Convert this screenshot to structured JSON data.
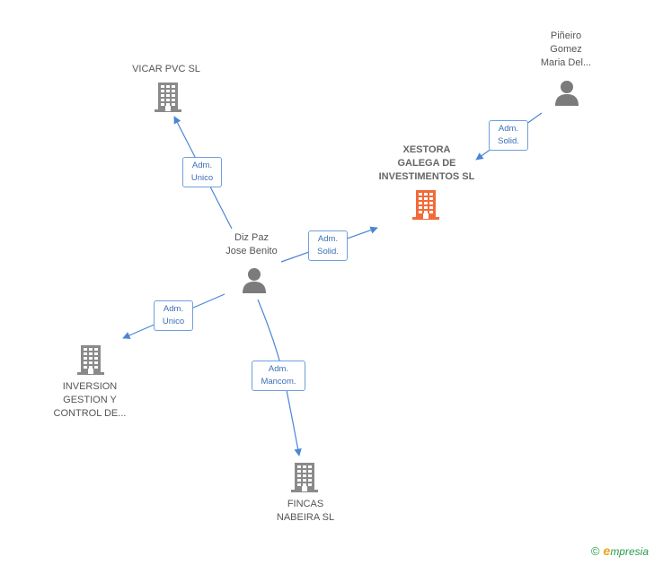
{
  "colors": {
    "edge": "#4a86d6",
    "building": "#8a8a8a",
    "focus_building": "#f26a3a",
    "person": "#7b7b7b",
    "label": "#555555"
  },
  "nodes": [
    {
      "id": "vicar",
      "label": "VICAR PVC  SL",
      "kind": "company",
      "focus": false
    },
    {
      "id": "xestora",
      "label": "XESTORA\nGALEGA DE\nINVESTIMENTOS SL",
      "kind": "company",
      "focus": true
    },
    {
      "id": "pineiro",
      "label": "Piñeiro\nGomez\nMaria Del...",
      "kind": "person",
      "focus": false
    },
    {
      "id": "diz",
      "label": "Diz Paz\nJose Benito",
      "kind": "person",
      "focus": false
    },
    {
      "id": "inversion",
      "label": "INVERSION\nGESTION Y\nCONTROL DE...",
      "kind": "company",
      "focus": false
    },
    {
      "id": "fincas",
      "label": "FINCAS\nNABEIRA SL",
      "kind": "company",
      "focus": false
    }
  ],
  "edges": [
    {
      "id": "e-diz-vicar",
      "from": "diz",
      "to": "vicar",
      "label": "Adm.\nUnico"
    },
    {
      "id": "e-diz-xestora",
      "from": "diz",
      "to": "xestora",
      "label": "Adm.\nSolid."
    },
    {
      "id": "e-pineiro-xestora",
      "from": "pineiro",
      "to": "xestora",
      "label": "Adm.\nSolid."
    },
    {
      "id": "e-diz-inversion",
      "from": "diz",
      "to": "inversion",
      "label": "Adm.\nUnico"
    },
    {
      "id": "e-diz-fincas",
      "from": "diz",
      "to": "fincas",
      "label": "Adm.\nMancom."
    }
  ],
  "footer": {
    "copyright_symbol": "©",
    "brand_first": "e",
    "brand_rest": "mpresia"
  }
}
